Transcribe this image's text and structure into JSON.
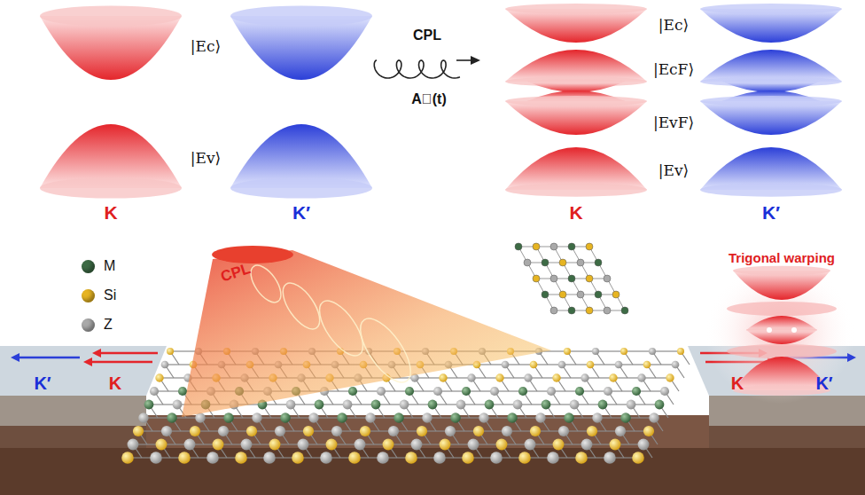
{
  "diagram": {
    "labels": [
      "|Ec⟩",
      "|Ev⟩",
      "K",
      "K′",
      "CPL",
      "A⃗(t)",
      "|Ec⟩",
      "|EcF⟩",
      "|EvF⟩",
      "|Ev⟩",
      "K",
      "K′",
      "CPL",
      "Trigonal warping",
      "K′",
      "K",
      "K",
      "K′"
    ],
    "legend": [
      {
        "text": "M",
        "color": "#3d6b45"
      },
      {
        "text": "Si",
        "color": "#e6b422"
      },
      {
        "text": "Z",
        "color": "#a9a9a9"
      }
    ]
  }
}
